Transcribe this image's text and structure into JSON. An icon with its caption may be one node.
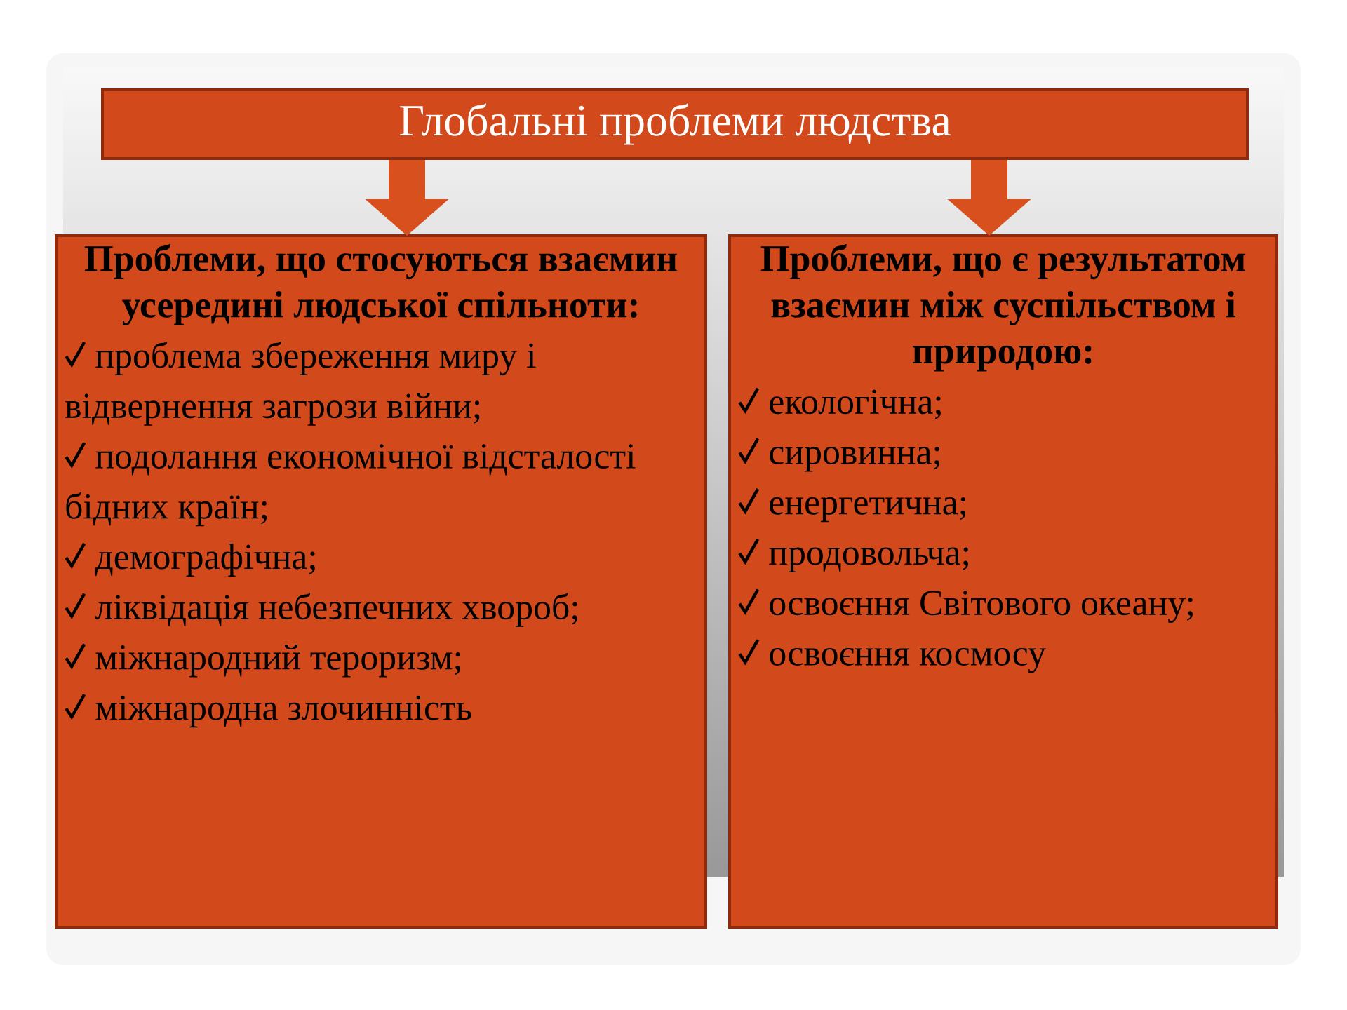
{
  "diagram": {
    "nodes": [
      {
        "text": [
          "Глобальні проблеми людства"
        ]
      },
      {
        "text": [
          "Проблеми, що стосуються взаємин усередині людської спільноти:",
          "проблема збереження миру і відвернення загрози війни;",
          "подолання економічної відсталості бідних країн;",
          "демографічна;",
          "ліквідація небезпечних хвороб;",
          "міжнародний тероризм;",
          "міжнародна злочинність"
        ]
      },
      {
        "text": [
          "Проблеми, що є результатом взаємин між суспільством і природою:",
          "екологічна;",
          "сировинна;",
          "енергетична;",
          "продовольча;",
          "освоєння Світового океану;",
          "освоєння космосу"
        ]
      }
    ],
    "edges": [
      {
        "from": 0,
        "to": 1,
        "arrow": "to"
      },
      {
        "from": 0,
        "to": 2,
        "arrow": "to"
      }
    ]
  }
}
